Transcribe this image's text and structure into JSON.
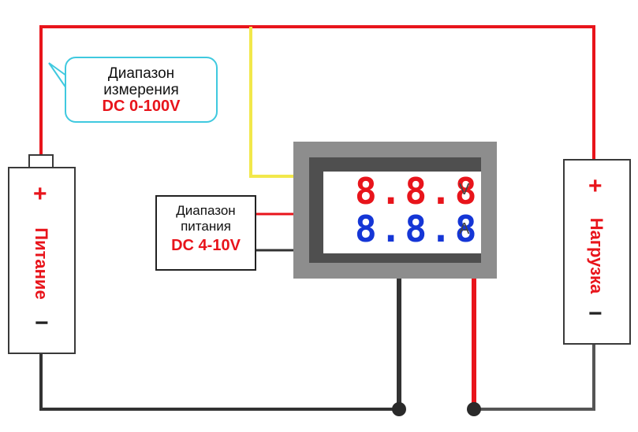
{
  "bubble": {
    "line1": "Диапазон",
    "line2": "измерения",
    "line3": "DC 0-100V"
  },
  "supply_box": {
    "line1": "Диапазон",
    "line2": "питания",
    "line3": "DC 4-10V"
  },
  "meter": {
    "voltage_digits": "8.8.8",
    "voltage_unit": "V",
    "current_digits": "8.8.8",
    "current_unit": "A"
  },
  "battery_left": {
    "plus": "+",
    "label": "Питание",
    "minus": "−"
  },
  "battery_right": {
    "plus": "+",
    "label": "Нагрузка",
    "minus": "−"
  },
  "colors": {
    "wire_red": "#e8141b",
    "wire_yellow": "#f2e84b",
    "wire_black": "#333333",
    "bubble_border": "#3fc9df",
    "digits_red": "#e8141b",
    "digits_blue": "#1536d6"
  }
}
